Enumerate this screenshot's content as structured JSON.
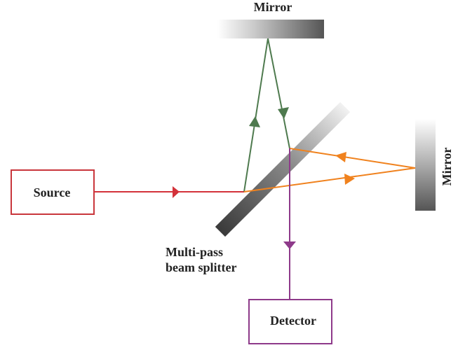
{
  "labels": {
    "mirror_top": "Mirror",
    "mirror_right": "Mirror",
    "source": "Source",
    "detector": "Detector",
    "splitter_line1": "Multi-pass",
    "splitter_line2": "beam splitter"
  },
  "colors": {
    "source_beam": "#d3323a",
    "vertical_arm": "#4e7a4e",
    "horizontal_arm": "#f0821e",
    "detector_beam": "#8e3a8a",
    "source_box": "#c9363c",
    "detector_box": "#8e3a8a"
  }
}
